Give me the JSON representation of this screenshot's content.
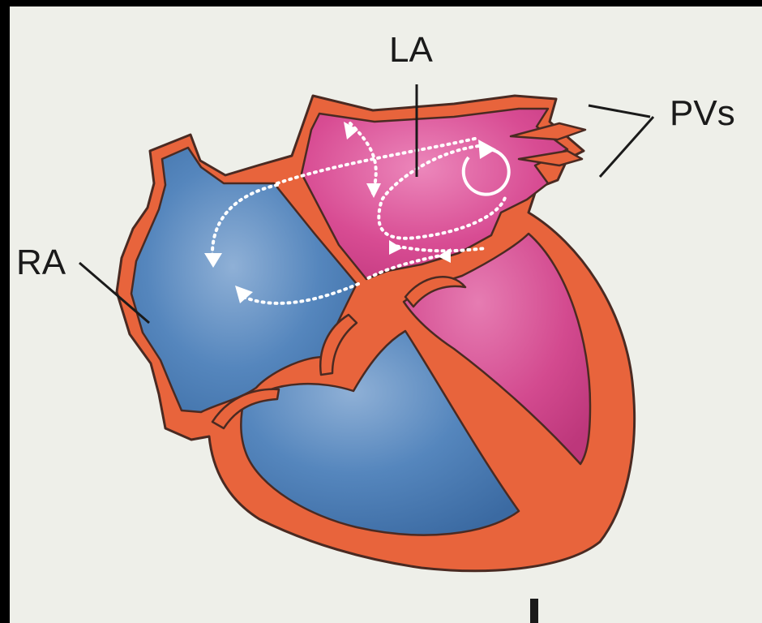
{
  "labels": {
    "la": "LA",
    "pvs": "PVs",
    "ra": "RA"
  },
  "colors": {
    "background": "#eeefe9",
    "frame": "#000000",
    "wall": "#e8643c",
    "outline": "#4a2a22",
    "right_heart_blue": "#4e82ba",
    "left_heart_pink": "#d8488f",
    "flow_arrows": "#ffffff"
  }
}
